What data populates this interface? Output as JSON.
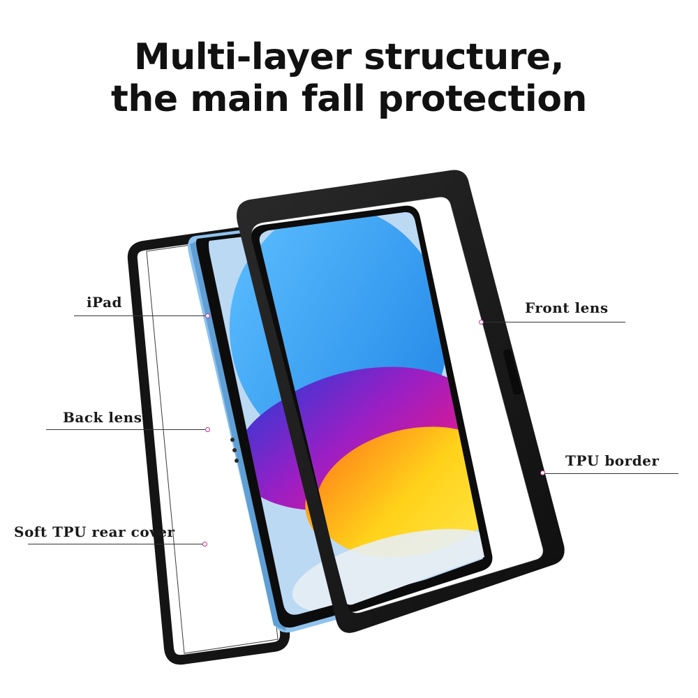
{
  "title": {
    "line1": "Multi-layer structure,",
    "line2": "the main fall protection"
  },
  "callouts": {
    "ipad": "iPad",
    "back_lens": "Back lens",
    "soft_tpu_rear_cover": "Soft TPU rear cover",
    "front_lens": "Front lens",
    "tpu_border": "TPU border"
  },
  "colors": {
    "frame": "#1b1b1b",
    "ipad_body": "#8fc3ee",
    "marker": "#c0308a",
    "wallpaper_blue": "#3aa3f2",
    "wallpaper_magenta": "#e0158a",
    "wallpaper_yellow": "#ffd21a"
  }
}
